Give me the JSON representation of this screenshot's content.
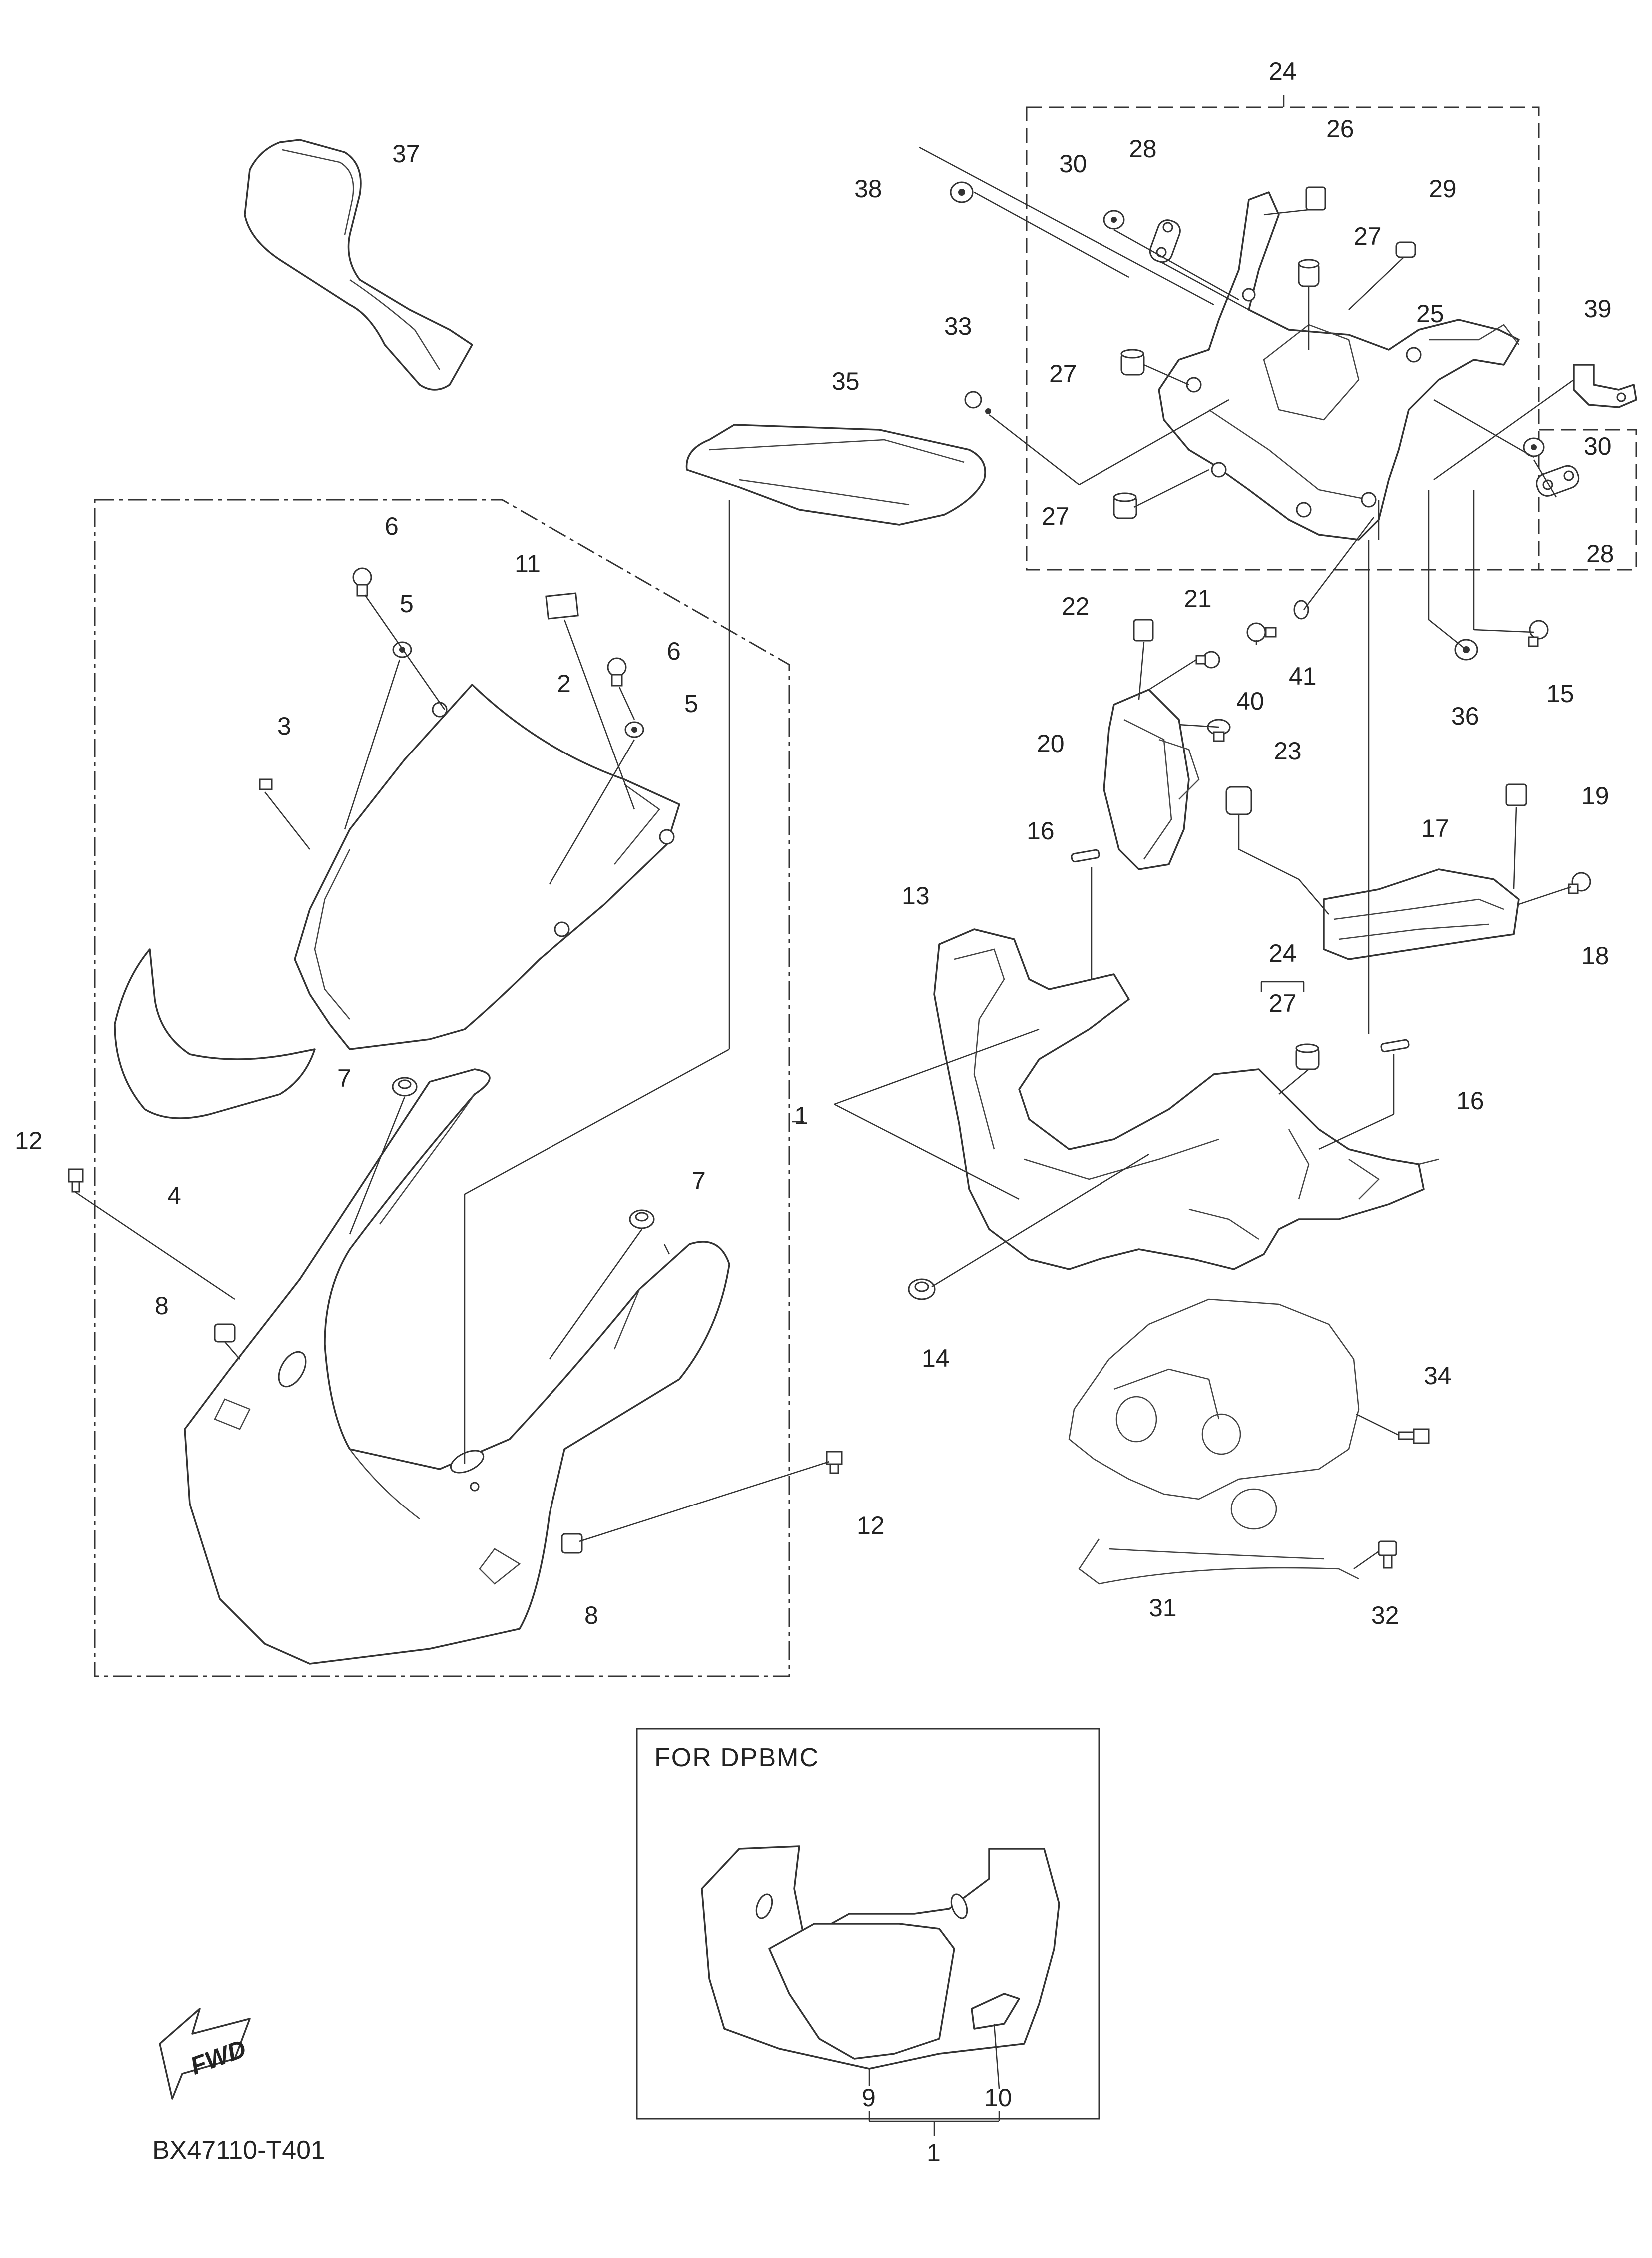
{
  "diagram": {
    "drawing_code": "BX47110-T401",
    "inset_title": "FOR  DPBMC",
    "fwd_label": "FWD",
    "callouts": [
      {
        "id": "c1",
        "text": "1"
      },
      {
        "id": "c2",
        "text": "2"
      },
      {
        "id": "c3",
        "text": "3"
      },
      {
        "id": "c4",
        "text": "4"
      },
      {
        "id": "c5a",
        "text": "5"
      },
      {
        "id": "c5b",
        "text": "5"
      },
      {
        "id": "c6a",
        "text": "6"
      },
      {
        "id": "c6b",
        "text": "6"
      },
      {
        "id": "c7a",
        "text": "7"
      },
      {
        "id": "c7b",
        "text": "7"
      },
      {
        "id": "c8a",
        "text": "8"
      },
      {
        "id": "c8b",
        "text": "8"
      },
      {
        "id": "c11",
        "text": "11"
      },
      {
        "id": "c12a",
        "text": "12"
      },
      {
        "id": "c12b",
        "text": "12"
      },
      {
        "id": "c13",
        "text": "13"
      },
      {
        "id": "c14",
        "text": "14"
      },
      {
        "id": "c15",
        "text": "15"
      },
      {
        "id": "c16a",
        "text": "16"
      },
      {
        "id": "c16b",
        "text": "16"
      },
      {
        "id": "c17",
        "text": "17"
      },
      {
        "id": "c18",
        "text": "18"
      },
      {
        "id": "c19",
        "text": "19"
      },
      {
        "id": "c20",
        "text": "20"
      },
      {
        "id": "c21",
        "text": "21"
      },
      {
        "id": "c22",
        "text": "22"
      },
      {
        "id": "c23",
        "text": "23"
      },
      {
        "id": "c24a",
        "text": "24"
      },
      {
        "id": "c24b",
        "text": "24"
      },
      {
        "id": "c25",
        "text": "25"
      },
      {
        "id": "c26",
        "text": "26"
      },
      {
        "id": "c27a",
        "text": "27"
      },
      {
        "id": "c27b",
        "text": "27"
      },
      {
        "id": "c27c",
        "text": "27"
      },
      {
        "id": "c27d",
        "text": "27"
      },
      {
        "id": "c28a",
        "text": "28"
      },
      {
        "id": "c28b",
        "text": "28"
      },
      {
        "id": "c29",
        "text": "29"
      },
      {
        "id": "c30a",
        "text": "30"
      },
      {
        "id": "c30b",
        "text": "30"
      },
      {
        "id": "c31",
        "text": "31"
      },
      {
        "id": "c32",
        "text": "32"
      },
      {
        "id": "c33",
        "text": "33"
      },
      {
        "id": "c34",
        "text": "34"
      },
      {
        "id": "c35",
        "text": "35"
      },
      {
        "id": "c36",
        "text": "36"
      },
      {
        "id": "c37",
        "text": "37"
      },
      {
        "id": "c38",
        "text": "38"
      },
      {
        "id": "c39",
        "text": "39"
      },
      {
        "id": "c40",
        "text": "40"
      },
      {
        "id": "c41",
        "text": "41"
      },
      {
        "id": "c1i",
        "text": "1"
      },
      {
        "id": "c9",
        "text": "9"
      },
      {
        "id": "c10",
        "text": "10"
      }
    ]
  }
}
